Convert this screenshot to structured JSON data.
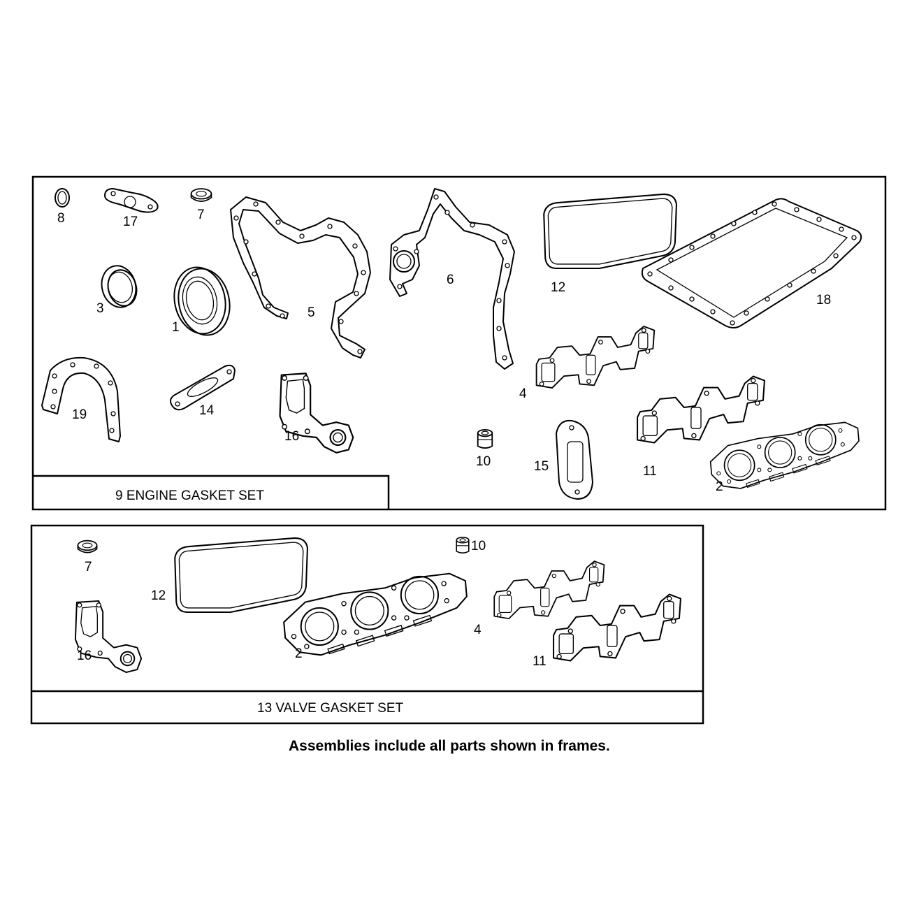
{
  "engine_set": {
    "title": "9  ENGINE GASKET SET",
    "callouts": [
      {
        "id": "engine-callout-8",
        "label": "8"
      },
      {
        "id": "engine-callout-17",
        "label": "17"
      },
      {
        "id": "engine-callout-7",
        "label": "7"
      },
      {
        "id": "engine-callout-3",
        "label": "3"
      },
      {
        "id": "engine-callout-1",
        "label": "1"
      },
      {
        "id": "engine-callout-5",
        "label": "5"
      },
      {
        "id": "engine-callout-6",
        "label": "6"
      },
      {
        "id": "engine-callout-12",
        "label": "12"
      },
      {
        "id": "engine-callout-18",
        "label": "18"
      },
      {
        "id": "engine-callout-19",
        "label": "19"
      },
      {
        "id": "engine-callout-14",
        "label": "14"
      },
      {
        "id": "engine-callout-16",
        "label": "16"
      },
      {
        "id": "engine-callout-4",
        "label": "4"
      },
      {
        "id": "engine-callout-10",
        "label": "10"
      },
      {
        "id": "engine-callout-15",
        "label": "15"
      },
      {
        "id": "engine-callout-11",
        "label": "11"
      },
      {
        "id": "engine-callout-2",
        "label": "2"
      }
    ]
  },
  "valve_set": {
    "title": "13 VALVE GASKET SET",
    "callouts": [
      {
        "id": "valve-callout-7",
        "label": "7"
      },
      {
        "id": "valve-callout-10",
        "label": "10"
      },
      {
        "id": "valve-callout-12",
        "label": "12"
      },
      {
        "id": "valve-callout-16",
        "label": "16"
      },
      {
        "id": "valve-callout-2",
        "label": "2"
      },
      {
        "id": "valve-callout-4",
        "label": "4"
      },
      {
        "id": "valve-callout-11",
        "label": "11"
      }
    ]
  },
  "note": "Assemblies include all parts shown in frames."
}
